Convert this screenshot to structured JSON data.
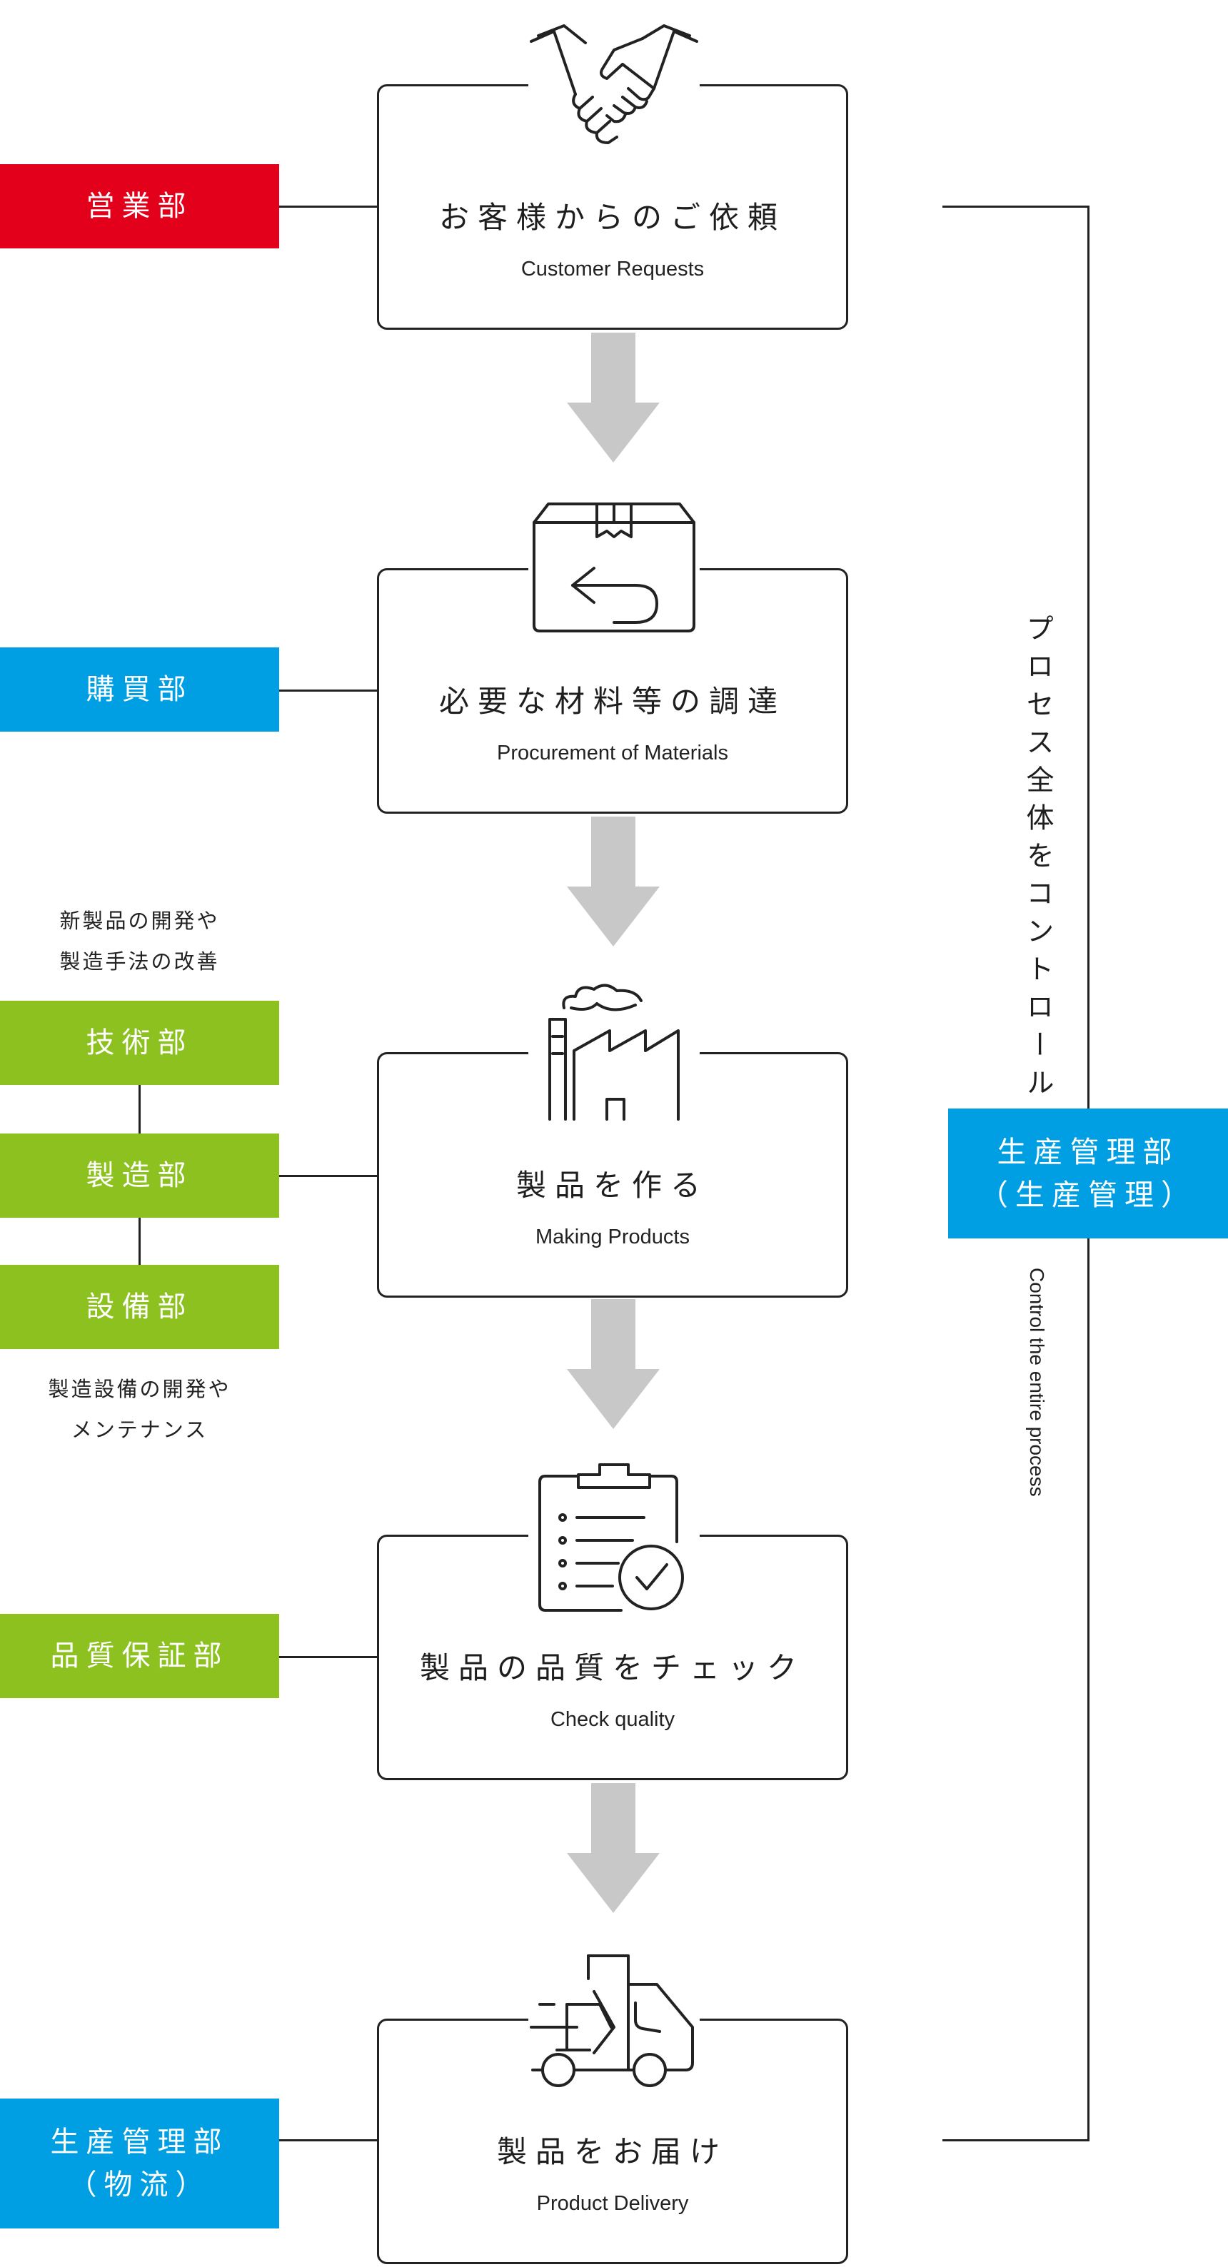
{
  "steps": [
    {
      "jp": "お客様からのご依頼",
      "en": "Customer Requests",
      "icon": "handshake-icon"
    },
    {
      "jp": "必要な材料等の調達",
      "en": "Procurement of Materials",
      "icon": "box-return-icon"
    },
    {
      "jp": "製品を作る",
      "en": "Making Products",
      "icon": "factory-icon"
    },
    {
      "jp": "製品の品質をチェック",
      "en": "Check quality",
      "icon": "clipboard-check-icon"
    },
    {
      "jp": "製品をお届け",
      "en": "Product Delivery",
      "icon": "delivery-truck-icon"
    }
  ],
  "departments": {
    "sales": "営業部",
    "purchasing": "購買部",
    "engineering": "技術部",
    "manufacturing": "製造部",
    "facilities": "設備部",
    "quality": "品質保証部",
    "logistics": {
      "line1": "生産管理部",
      "line2": "（物流）"
    }
  },
  "notes": {
    "engineering": {
      "line1": "新製品の開発や",
      "line2": "製造手法の改善"
    },
    "facilities": {
      "line1": "製造設備の開発や",
      "line2": "メンテナンス"
    }
  },
  "control": {
    "dept_line1": "生産管理部",
    "dept_line2": "（生産管理）",
    "vertical_jp": "プロセス全体をコントロール",
    "vertical_en": "Control the entire process"
  },
  "colors": {
    "red": "#e3001b",
    "blue": "#009fe3",
    "green": "#8cc11f",
    "arrow_gray": "#c8c8c8",
    "line": "#222222"
  }
}
